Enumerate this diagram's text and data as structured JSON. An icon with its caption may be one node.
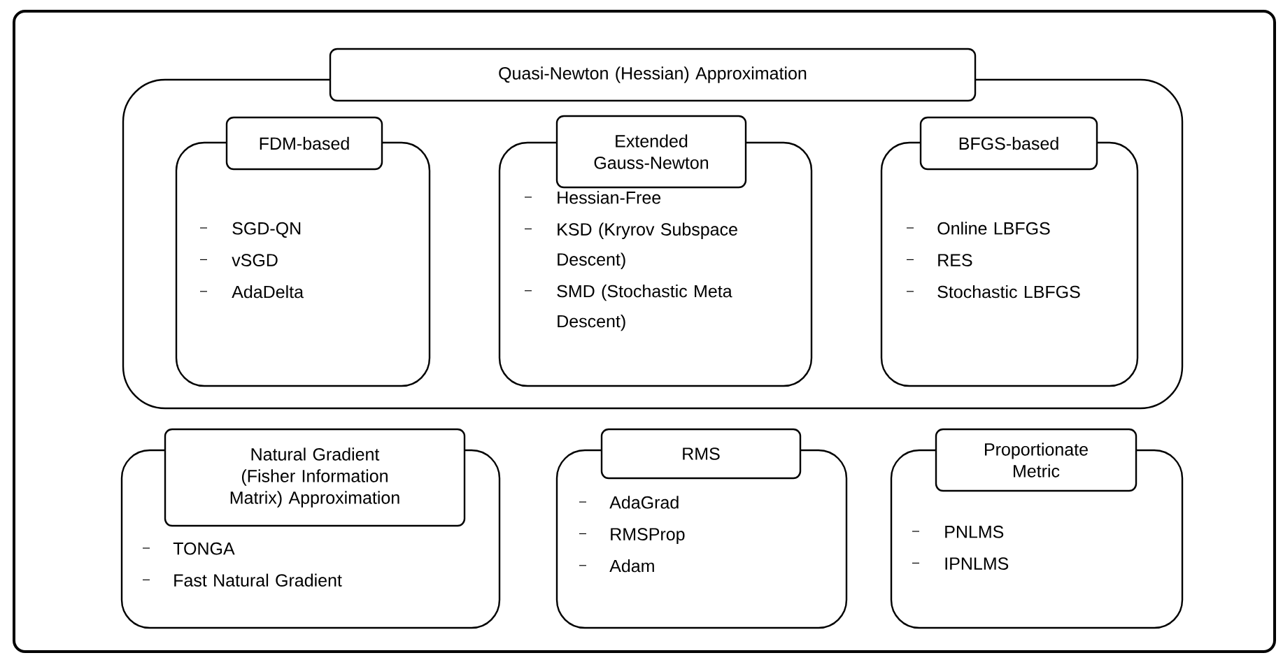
{
  "diagram": {
    "nodes": [
      {
        "text": [
          "Quasi-Newton (Hessian) Approximation"
        ]
      },
      {
        "text": [
          "FDM-based",
          "SGD-QN",
          "vSGD",
          "AdaDelta"
        ],
        "in": 0
      },
      {
        "text": [
          "Extended Gauss-Newton",
          "Hessian-Free",
          "KSD (Kryrov Subspace Descent)",
          "SMD (Stochastic Meta Descent)"
        ],
        "in": 0
      },
      {
        "text": [
          "BFGS-based",
          "Online LBFGS",
          "RES",
          "Stochastic LBFGS"
        ],
        "in": 0
      },
      {
        "text": [
          "Natural Gradient (Fisher Information Matrix) Approximation",
          "TONGA",
          "Fast Natural Gradient"
        ]
      },
      {
        "text": [
          "RMS",
          "AdaGrad",
          "RMSProp",
          "Adam"
        ]
      },
      {
        "text": [
          "Proportionate Metric",
          "PNLMS",
          "IPNLMS"
        ]
      }
    ]
  }
}
